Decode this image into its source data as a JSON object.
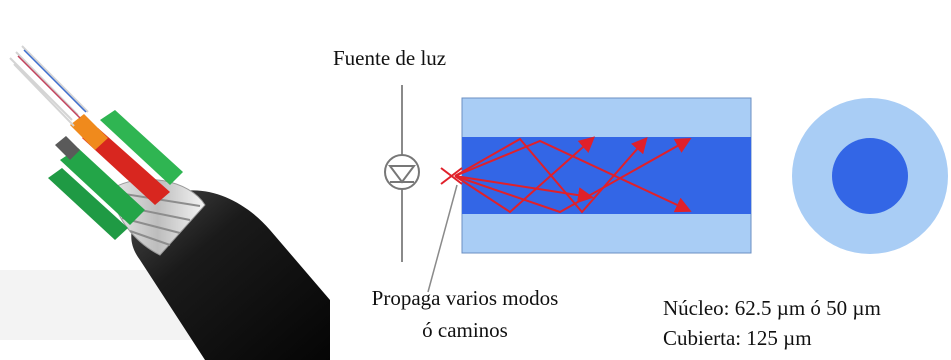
{
  "labels": {
    "light_source": "Fuente de luz",
    "propagation_line1": "Propaga varios modos",
    "propagation_line2": "ó caminos",
    "core_spec": "Núcleo: 62.5 µm ó 50 µm",
    "cladding_spec": "Cubierta: 125 µm"
  },
  "colors": {
    "cladding": "#a9cdf5",
    "core": "#3366e6",
    "rays": "#e0202a",
    "background": "#ffffff"
  },
  "icons": {
    "light_source": "led-diode-icon",
    "cable": "fiber-optic-cable-illustration"
  }
}
